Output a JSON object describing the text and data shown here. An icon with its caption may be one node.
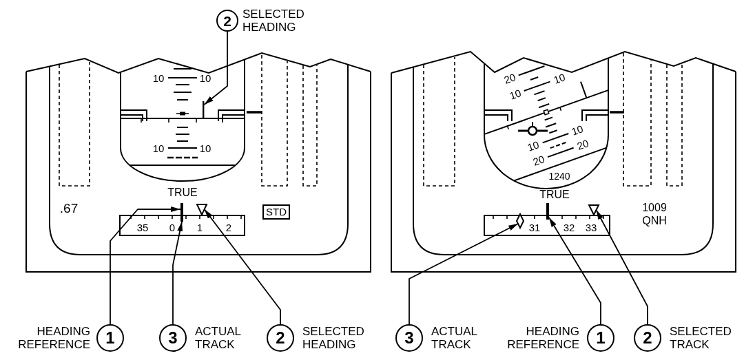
{
  "diagram": {
    "nodes": [
      {
        "text": [
          "2"
        ],
        "beside": [
          "SELECTED HEADING"
        ]
      },
      {
        "text": [],
        "shape": "bar"
      },
      {
        "text": [],
        "shape": "bar"
      },
      {
        "text": [],
        "shape": "triangle"
      },
      {
        "text": [
          "STD"
        ]
      },
      {
        "text": [],
        "shape": "diamond"
      },
      {
        "text": [],
        "shape": "bar"
      },
      {
        "text": [],
        "shape": "triangle"
      },
      {
        "text": [
          "1"
        ],
        "beside": [
          "HEADING REFERENCE"
        ]
      },
      {
        "text": [
          "3"
        ],
        "beside": [
          "ACTUAL TRACK"
        ]
      },
      {
        "text": [
          "2"
        ],
        "beside": [
          "SELECTED HEADING"
        ]
      },
      {
        "text": [
          "3"
        ],
        "beside": [
          "ACTUAL TRACK"
        ]
      },
      {
        "text": [
          "1"
        ],
        "beside": [
          "HEADING REFERENCE"
        ]
      },
      {
        "text": [
          "2"
        ],
        "beside": [
          "SELECTED TRACK"
        ]
      }
    ],
    "edges": [
      {
        "from": 0,
        "to": 1,
        "arrow": "to"
      },
      {
        "from": 8,
        "to": 2,
        "arrow": "to"
      },
      {
        "from": 9,
        "to": 2,
        "arrow": "to"
      },
      {
        "from": 10,
        "to": 3,
        "arrow": "to"
      },
      {
        "from": 11,
        "to": 5,
        "arrow": "to"
      },
      {
        "from": 12,
        "to": 6,
        "arrow": "to"
      },
      {
        "from": 13,
        "to": 7,
        "arrow": "to"
      }
    ],
    "labels": [
      "10",
      "10",
      "10",
      "10",
      "TRUE",
      ".67",
      "35",
      "0",
      "1",
      "2",
      "20",
      "10",
      "10",
      "10",
      "10",
      "20",
      "20",
      "1240",
      "TRUE",
      "1009",
      "QNH",
      "31",
      "32",
      "33"
    ]
  }
}
